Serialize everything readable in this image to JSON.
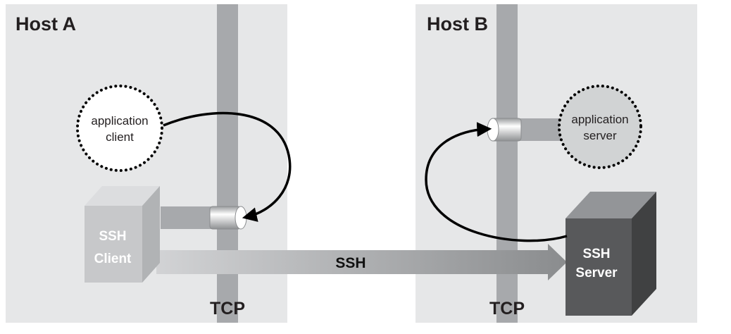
{
  "host_a": {
    "title": "Host A",
    "tcp_label": "TCP",
    "app_client": {
      "line1": "application",
      "line2": "client"
    },
    "ssh_client": {
      "line1": "SSH",
      "line2": "Client"
    }
  },
  "host_b": {
    "title": "Host B",
    "tcp_label": "TCP",
    "app_server": {
      "line1": "application",
      "line2": "server"
    },
    "ssh_server": {
      "line1": "SSH",
      "line2": "Server"
    }
  },
  "tunnel": {
    "label": "SSH"
  },
  "colors": {
    "host_panel": "#e6e7e8",
    "tcp_bar": "#a7a9ac",
    "tunnel_light": "#d2d3d5",
    "tunnel_dark": "#8a8c8e",
    "ssh_client_box": "#c7c8ca",
    "ssh_server_box": "#58595b",
    "app_server_fill": "#d1d3d4",
    "arrow": "#000000"
  },
  "icons": [
    "tcp-port-cylinder-icon",
    "flow-arrow-icon",
    "dotted-circle-icon",
    "cube-box-icon"
  ]
}
